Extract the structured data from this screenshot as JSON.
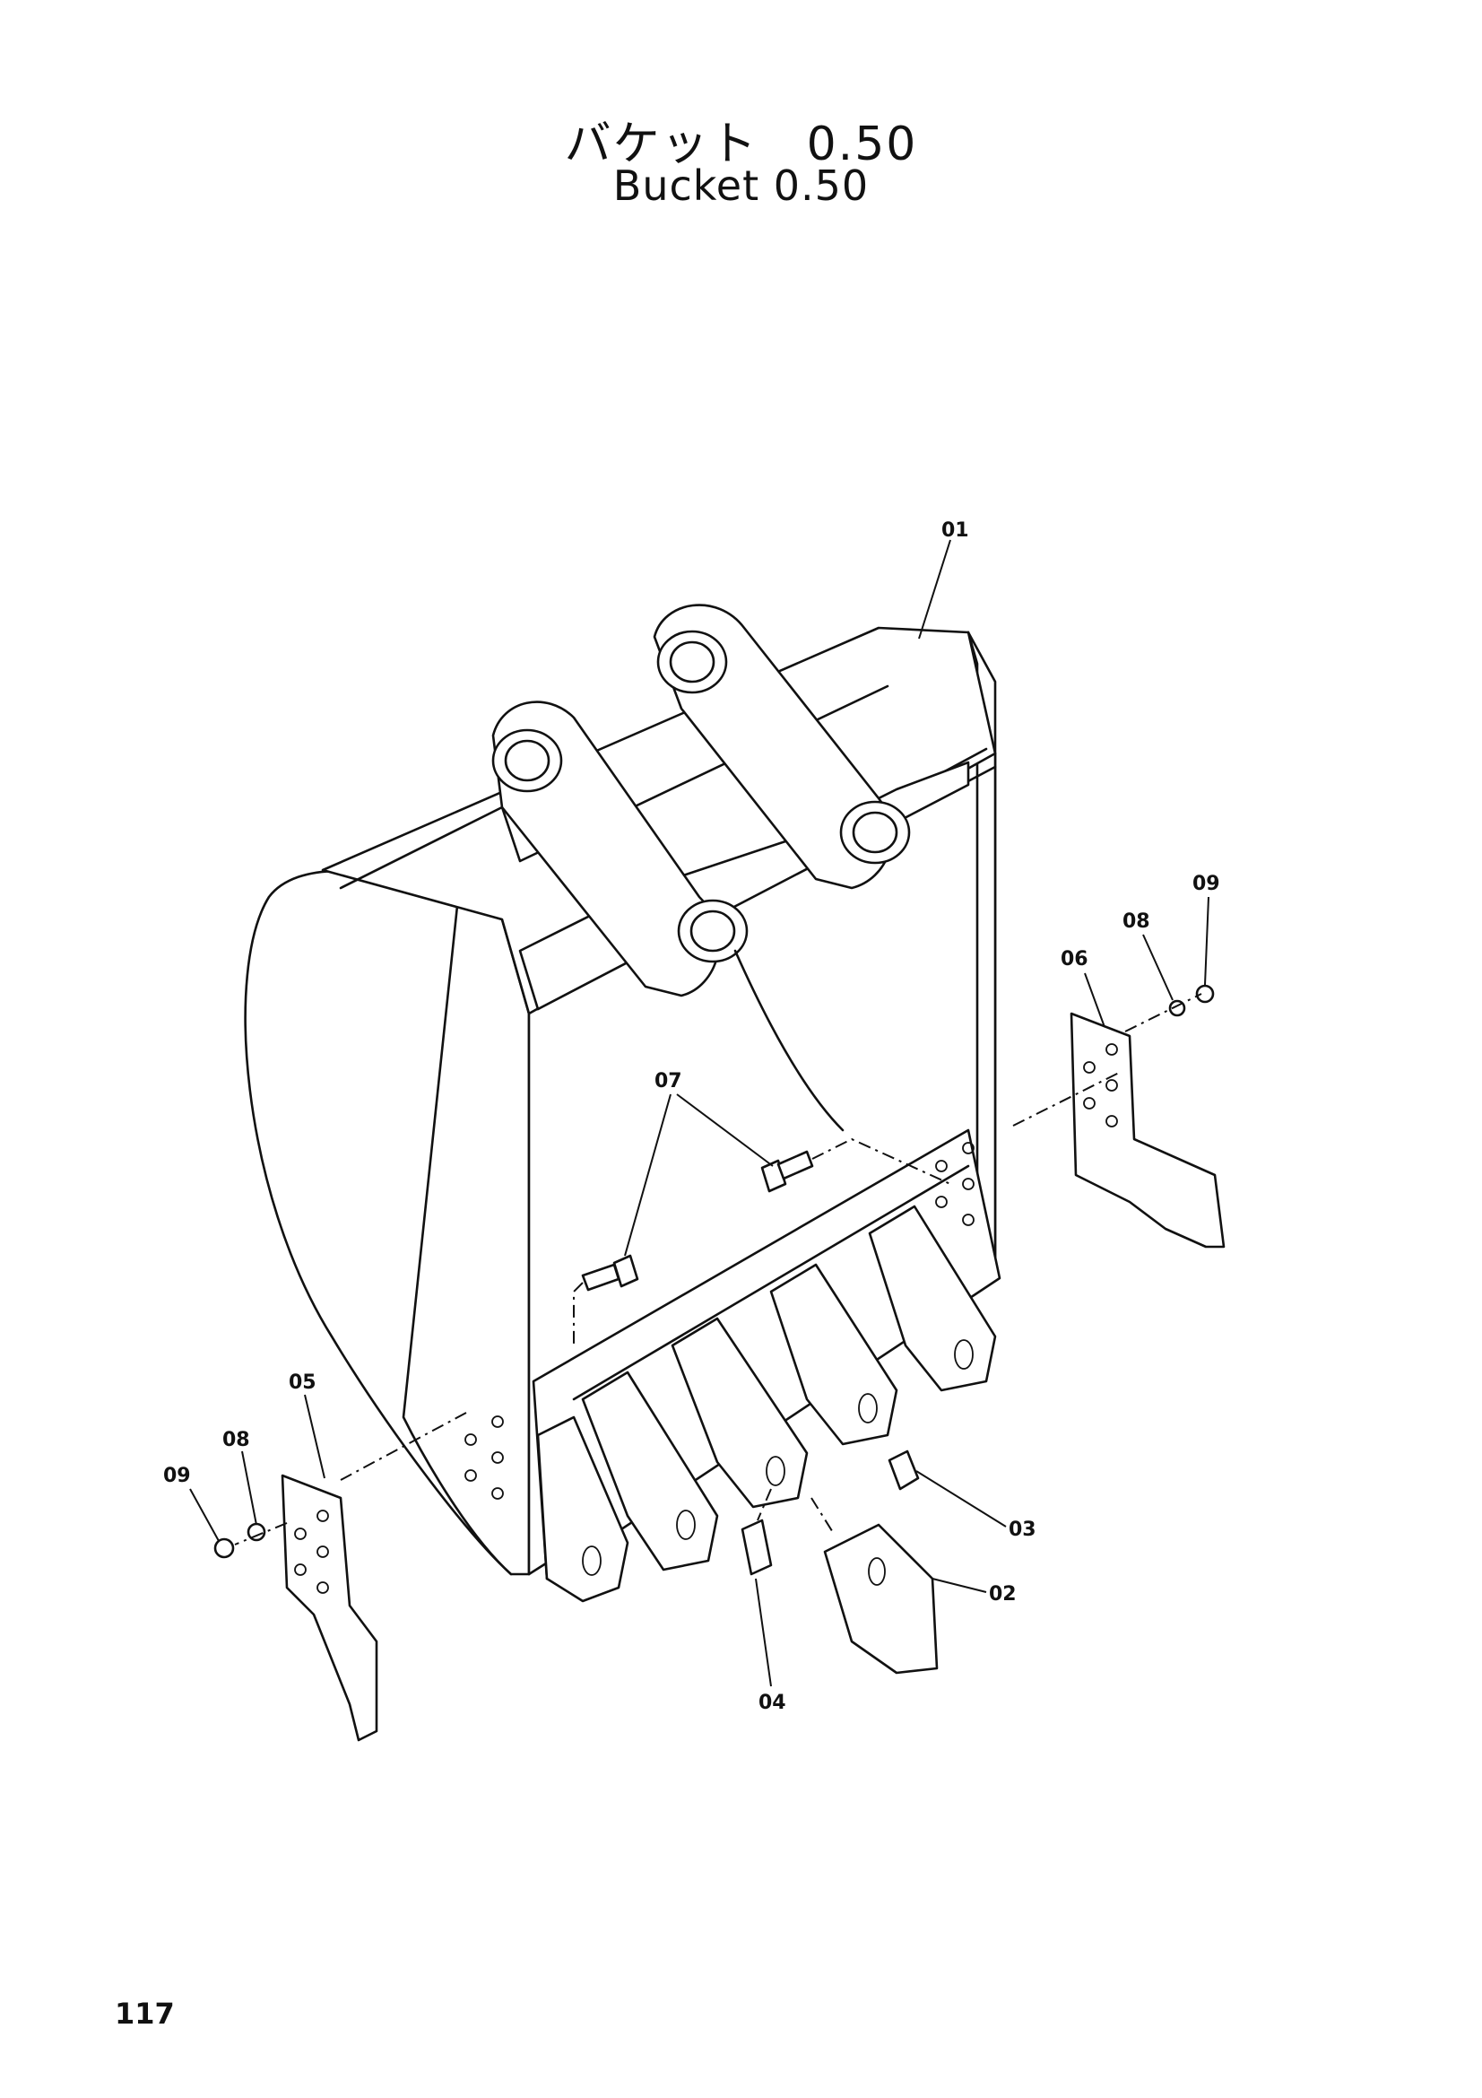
{
  "title": {
    "japanese": "バケット　0.50",
    "english": "Bucket 0.50"
  },
  "page_number": "117",
  "callouts": {
    "c01": "01",
    "c02": "02",
    "c03": "03",
    "c04": "04",
    "c05": "05",
    "c06": "06",
    "c07": "07",
    "c08_left": "08",
    "c09_left": "09",
    "c08_right": "08",
    "c09_right": "09"
  }
}
